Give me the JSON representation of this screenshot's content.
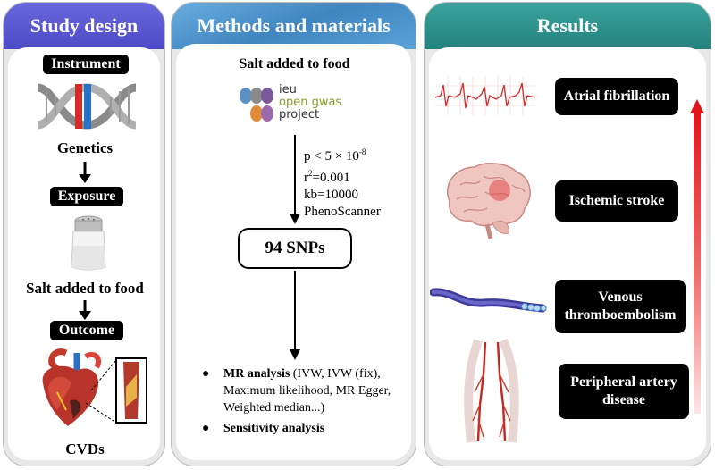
{
  "left": {
    "title": "Study design",
    "instrument": "Instrument",
    "genetics": "Genetics",
    "exposure": "Exposure",
    "salt": "Salt added to food",
    "outcome": "Outcome",
    "cvds": "CVDs"
  },
  "middle": {
    "title": "Methods and materials",
    "subtitle": "Salt added to food",
    "logo": {
      "line1": "ieu",
      "line2": "open gwas",
      "line3": "project"
    },
    "params": {
      "p": "p < 5 × 10",
      "p_exp": "-8",
      "r_pre": "r",
      "r_exp": "2",
      "r_post": "=0.001",
      "kb": "kb=10000",
      "tool": "PhenoScanner"
    },
    "snps": "94 SNPs",
    "mr_label": "MR analysis",
    "mr_rest": " (IVW, IVW (fix), Maximum likelihood, MR Egger, Weighted median...)",
    "sens": "Sensitivity analysis"
  },
  "right": {
    "title": "Results",
    "outcomes": [
      "Atrial fibrillation",
      "Ischemic stroke",
      "Venous thromboembolism",
      "Peripheral artery disease"
    ]
  },
  "colors": {
    "left_head": "#5b57cf",
    "mid_head": "#4a8fc4",
    "right_head": "#2f8f8a",
    "arrow_red": "#e0141c"
  }
}
